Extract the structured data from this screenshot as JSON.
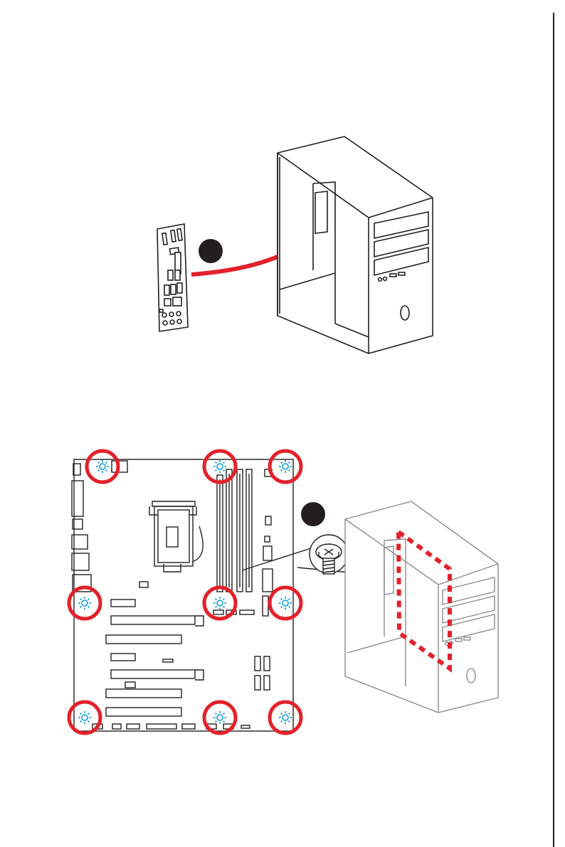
{
  "colors": {
    "line": "#231f20",
    "accent_red": "#e3212b",
    "standoff_blue": "#29a8e0",
    "gray_line": "#8c8c8c",
    "background": "#ffffff"
  },
  "steps": [
    {
      "name": "step-1-install-io-shield",
      "marker": "",
      "arrow": "io-shield-to-case"
    },
    {
      "name": "step-2-mount-motherboard",
      "marker": "",
      "arrow": ""
    }
  ],
  "icons": {
    "standoff": "standoff-screw-icon",
    "screw": "screw-icon",
    "dashed_outline": "mounting-area-outline"
  },
  "standoff_count": 9
}
